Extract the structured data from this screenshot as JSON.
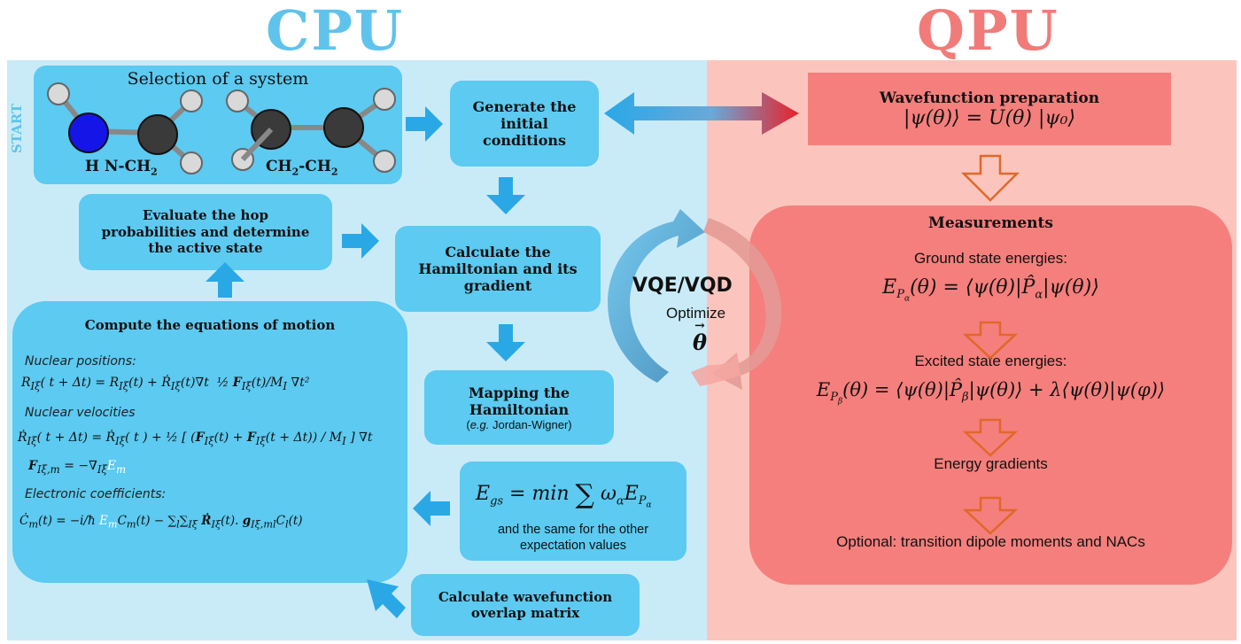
{
  "titles": {
    "cpu": "CPU",
    "qpu": "QPU"
  },
  "start_label": "START",
  "system": {
    "title": "Selection of a system",
    "mol1": "H N-CH",
    "mol1_sub": "2",
    "mol2a": "CH",
    "mol2a_sub": "2",
    "mol2b": "-CH",
    "mol2b_sub": "2"
  },
  "cpu_boxes": {
    "generate": "Generate the initial conditions",
    "hamiltonian": "Calculate the Hamiltonian and its gradient",
    "mapping_title": "Mapping the Hamiltonian",
    "mapping_eg": "e.g.",
    "mapping_sub": " Jordan-Wigner)",
    "hop": "Evaluate the hop probabilities and determine the active state",
    "overlap": "Calculate wavefunction overlap matrix",
    "egs_text": "and the same for the other expectation values"
  },
  "eom": {
    "title": "Compute the equations of motion",
    "nuc_pos": "Nuclear positions:",
    "nuc_vel": "Nuclear velocities",
    "elec": "Electronic coefficients:"
  },
  "cycle": {
    "title": "VQE/VQD",
    "optimize": "Optimize",
    "theta": "θ"
  },
  "qpu": {
    "wf_title": "Wavefunction preparation",
    "wf_eq": "|ψ(θ)⟩ = U(θ) |ψ₀⟩",
    "meas_title": "Measurements",
    "ground": "Ground state energies:",
    "excited": "Excited state energies:",
    "gradients": "Energy gradients",
    "optional": "Optional: transition dipole moments and NACs"
  },
  "colors": {
    "cpu_bg": "#c9ebf8",
    "qpu_bg": "#fbc5bd",
    "cpu_box": "#5ccaf1",
    "qpu_box": "#f57f7c",
    "arrow_blue": "#2aa8e6",
    "arrow_orange": "#e0682a"
  }
}
